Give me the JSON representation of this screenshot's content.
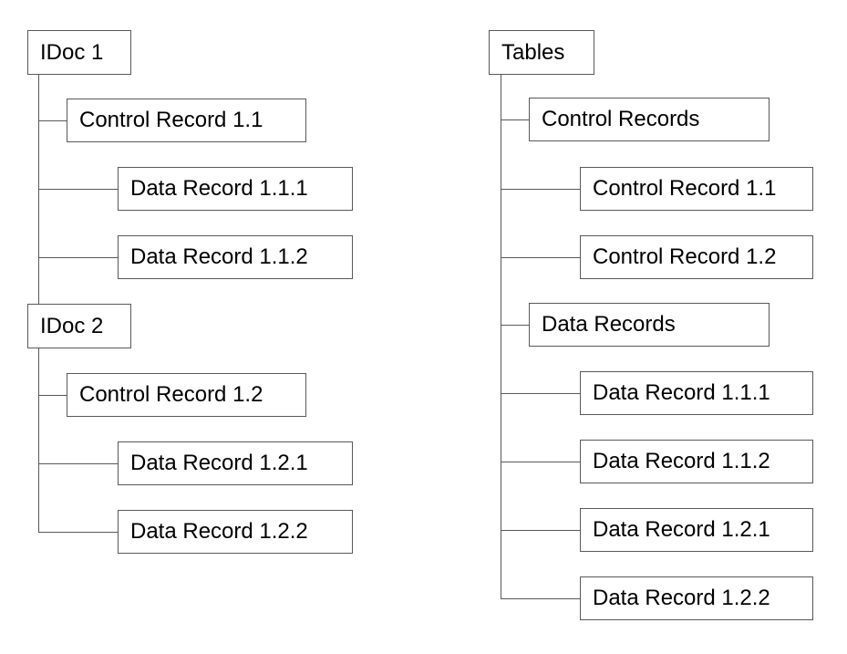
{
  "diagram_title": "IDoc to Tables hierarchy diagram",
  "colors": {
    "background": "#ffffff",
    "box_border": "#595959",
    "connector": "#595959",
    "text": "#000000"
  },
  "left_tree": {
    "nodes": [
      {
        "label": "IDoc 1",
        "level": 0
      },
      {
        "label": "Control Record 1.1",
        "level": 1
      },
      {
        "label": "Data Record 1.1.1",
        "level": 2
      },
      {
        "label": "Data Record 1.1.2",
        "level": 2
      },
      {
        "label": "IDoc 2",
        "level": 0
      },
      {
        "label": "Control Record 1.2",
        "level": 1
      },
      {
        "label": "Data Record 1.2.1",
        "level": 2
      },
      {
        "label": "Data Record 1.2.2",
        "level": 2
      }
    ]
  },
  "right_tree": {
    "nodes": [
      {
        "label": "Tables",
        "level": 0
      },
      {
        "label": "Control Records",
        "level": 1
      },
      {
        "label": "Control Record 1.1",
        "level": 2
      },
      {
        "label": "Control Record 1.2",
        "level": 2
      },
      {
        "label": "Data Records",
        "level": 1
      },
      {
        "label": "Data Record 1.1.1",
        "level": 2
      },
      {
        "label": "Data Record 1.1.2",
        "level": 2
      },
      {
        "label": "Data Record 1.2.1",
        "level": 2
      },
      {
        "label": "Data Record 1.2.2",
        "level": 2
      }
    ]
  }
}
